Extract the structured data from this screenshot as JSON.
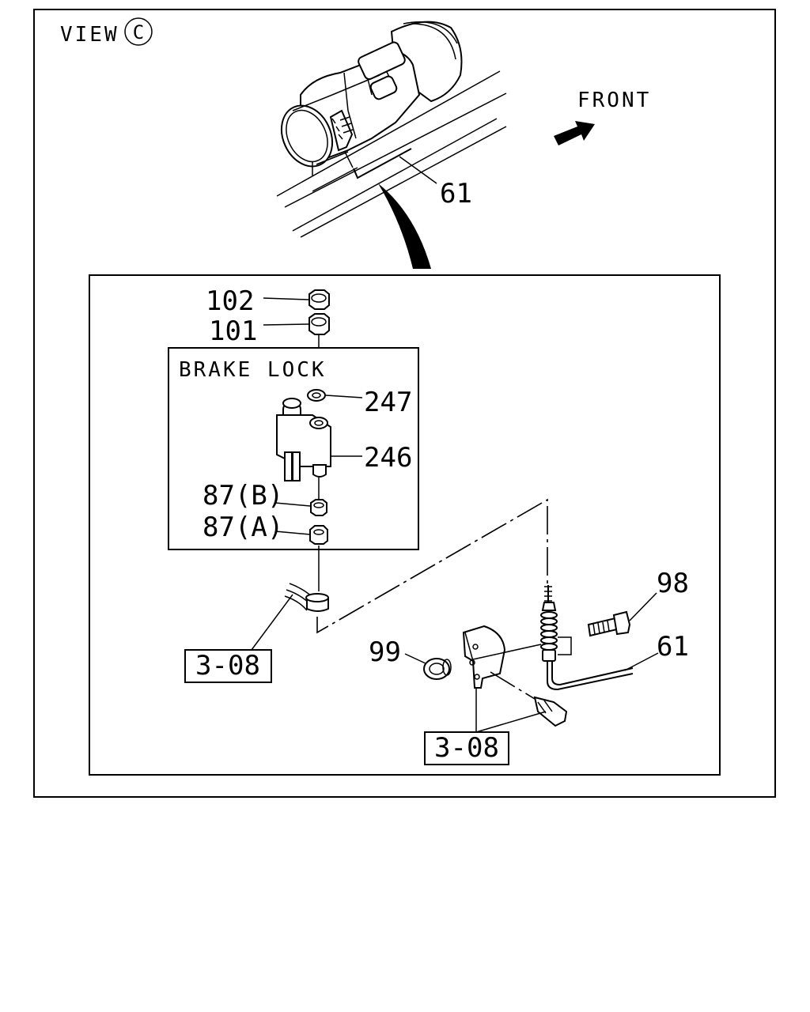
{
  "view_label": "VIEW",
  "view_marker": "C",
  "direction_label": "FRONT",
  "inset_title": "BRAKE LOCK",
  "callouts": {
    "top_61": "61",
    "p102": "102",
    "p101": "101",
    "p247": "247",
    "p246": "246",
    "p87b": "87(B)",
    "p87a": "87(A)",
    "p98": "98",
    "p61": "61",
    "p99": "99"
  },
  "references": {
    "left": "3-08",
    "bottom": "3-08"
  }
}
